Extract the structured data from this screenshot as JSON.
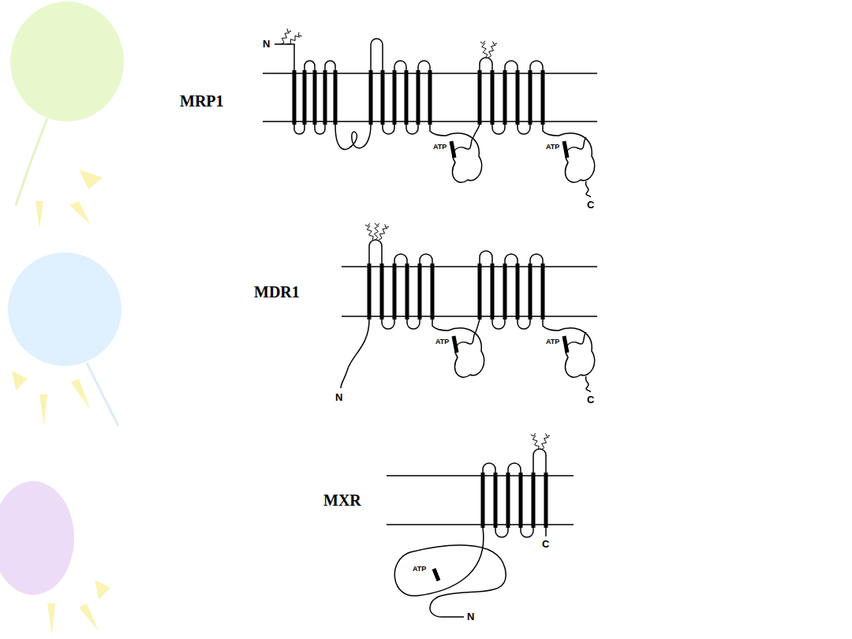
{
  "diagram": {
    "labels": [
      "MRP1",
      "N",
      "ATP",
      "ATP",
      "C",
      "MDR1",
      "ATP",
      "ATP",
      "N",
      "C",
      "MXR",
      "C",
      "ATP",
      "N"
    ]
  }
}
